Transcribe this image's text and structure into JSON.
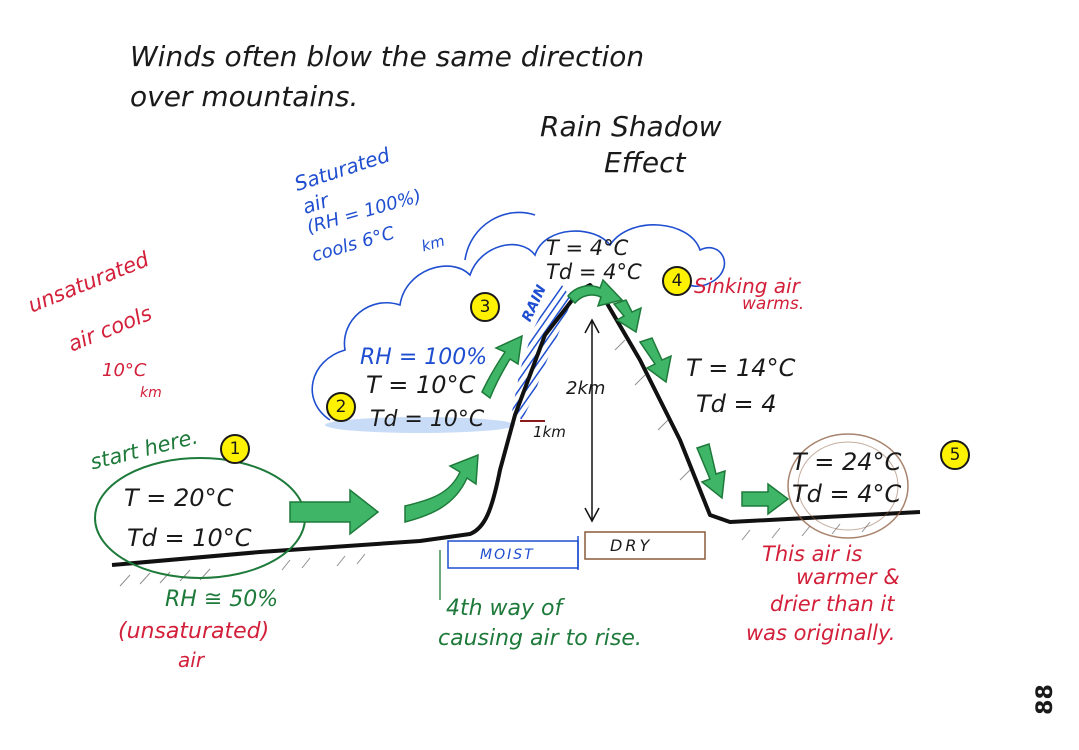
{
  "header": {
    "line1": "Winds often blow the same direction",
    "line2": "over mountains."
  },
  "title": {
    "line1": "Rain Shadow",
    "line2": "Effect"
  },
  "left_note": {
    "line1": "unsaturated",
    "line2": "air cools",
    "rate": "10°C",
    "unit": "km"
  },
  "saturated_note": {
    "line1": "Saturated",
    "line2": "air",
    "line3": "(RH = 100%)",
    "line4": "cools 6°C",
    "unit": "km"
  },
  "steps": {
    "s1": {
      "number": "1",
      "label": "start here.",
      "T": "T = 20°C",
      "Td": "Td = 10°C"
    },
    "s2": {
      "number": "2",
      "RH": "RH = 100%",
      "T": "T = 10°C",
      "Td": "Td = 10°C"
    },
    "s3": {
      "number": "3",
      "rain": "RAIN"
    },
    "s4": {
      "number": "4",
      "T": "T = 4°C",
      "Td": "Td = 4°C",
      "note1": "Sinking air",
      "note2": "warms."
    },
    "s5": {
      "number": "5",
      "T": "T = 24°C",
      "Td": "Td = 4°C"
    }
  },
  "descent": {
    "T": "T = 14°C",
    "Td": "Td = 4"
  },
  "bottom_left": {
    "RH": "RH ≅ 50%",
    "line2": "(unsaturated)",
    "line3": "air"
  },
  "heights": {
    "one_km": "1km",
    "two_km": "2km"
  },
  "bars": {
    "moist": "MOIST",
    "dry": "DRY"
  },
  "center_note": {
    "line1": "4th way of",
    "line2": "causing air to rise."
  },
  "right_note": {
    "line1": "This air is",
    "line2": "warmer &",
    "line3": "drier than it",
    "line4": "was originally."
  },
  "page_number": "88",
  "colors": {
    "ink": "#1a1a1a",
    "red": "#d3203a",
    "blue": "#1f4fd0",
    "green": "#1e7a3a",
    "arrow_fill": "#3fb568",
    "brown": "#8b5a3c",
    "badge": "#fff200"
  }
}
